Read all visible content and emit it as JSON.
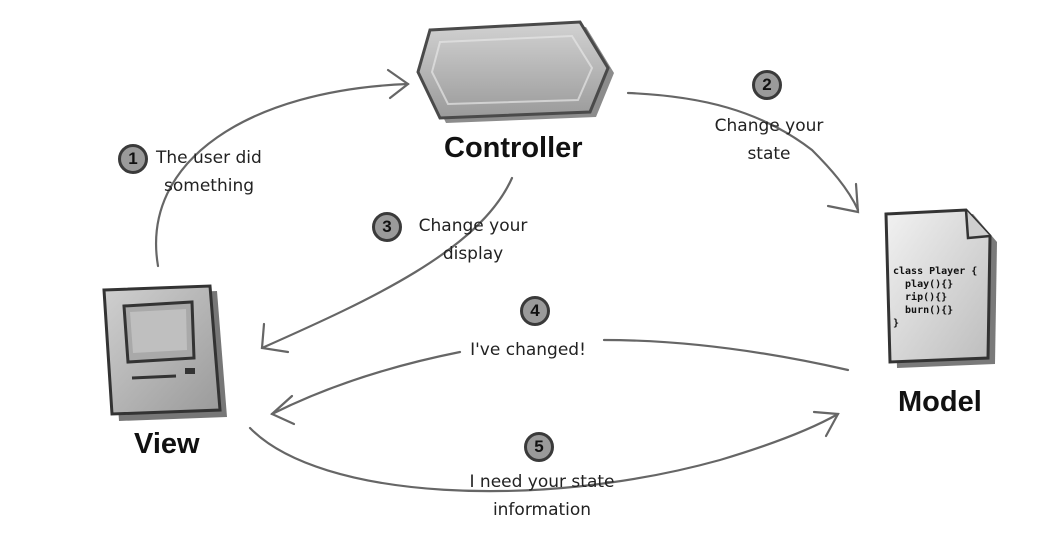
{
  "nodes": {
    "controller": "Controller",
    "model": "Model",
    "view": "View"
  },
  "code": [
    "class Player {",
    "  play(){}",
    "  rip(){}",
    "  burn(){}",
    "}"
  ],
  "steps": [
    {
      "num": "1",
      "lines": [
        "The user did",
        "something"
      ]
    },
    {
      "num": "2",
      "lines": [
        "Change your",
        "state"
      ]
    },
    {
      "num": "3",
      "lines": [
        "Change your",
        "display"
      ]
    },
    {
      "num": "4",
      "lines": [
        "I've changed!"
      ]
    },
    {
      "num": "5",
      "lines": [
        "I need your state",
        "information"
      ]
    }
  ],
  "colors": {
    "line": "#666666",
    "shape_fill": "#b9b9b9",
    "badge": "#9a9a9a"
  }
}
